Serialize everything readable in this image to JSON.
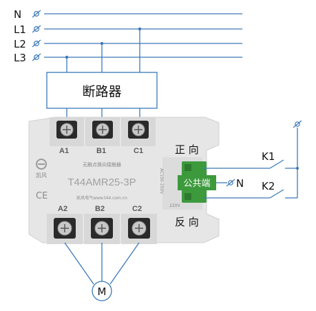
{
  "bus_lines": [
    "N",
    "L1",
    "L2",
    "L3"
  ],
  "breaker_label": "断路器",
  "device": {
    "top_terminals": [
      "A1",
      "B1",
      "C1"
    ],
    "bottom_terminals": [
      "A2",
      "B2",
      "C2"
    ],
    "model": "T44AMR25-3P",
    "subtitle": "无触点换向接触器",
    "brand": "凯风",
    "website": "凯风电气www.t44.com.cn",
    "voltage_range": "AC150-250V",
    "voltage_nominal": "220V",
    "ce_mark": "CE"
  },
  "control": {
    "forward_label": "正 向",
    "reverse_label": "反 向",
    "common_label": "公共端",
    "n_label": "N",
    "switch_1": "K1",
    "switch_2": "K2"
  },
  "motor_label": "M",
  "colors": {
    "wire": "#3a78b8",
    "terminal_block": "#3c9a3c",
    "device_body": "#e8e8e8",
    "terminal_dark": "#2a2a2a"
  }
}
